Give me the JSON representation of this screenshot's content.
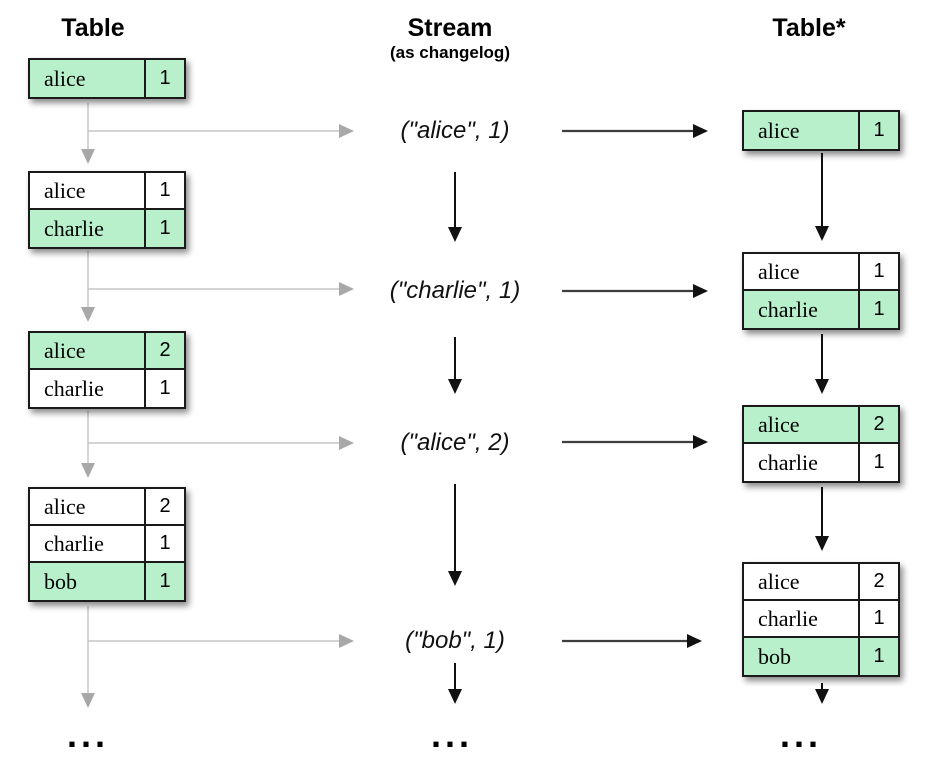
{
  "columns": {
    "left": {
      "title": "Table"
    },
    "middle": {
      "title": "Stream",
      "subtitle": "(as changelog)"
    },
    "right": {
      "title": "Table*"
    }
  },
  "left_tables": [
    {
      "rows": [
        {
          "key": "alice",
          "value": "1",
          "highlight": true
        }
      ]
    },
    {
      "rows": [
        {
          "key": "alice",
          "value": "1",
          "highlight": false
        },
        {
          "key": "charlie",
          "value": "1",
          "highlight": true
        }
      ]
    },
    {
      "rows": [
        {
          "key": "alice",
          "value": "2",
          "highlight": true
        },
        {
          "key": "charlie",
          "value": "1",
          "highlight": false
        }
      ]
    },
    {
      "rows": [
        {
          "key": "alice",
          "value": "2",
          "highlight": false
        },
        {
          "key": "charlie",
          "value": "1",
          "highlight": false
        },
        {
          "key": "bob",
          "value": "1",
          "highlight": true
        }
      ]
    }
  ],
  "stream_events": [
    {
      "label": "(\"alice\", 1)"
    },
    {
      "label": "(\"charlie\", 1)"
    },
    {
      "label": "(\"alice\", 2)"
    },
    {
      "label": "(\"bob\", 1)"
    }
  ],
  "right_tables": [
    {
      "rows": [
        {
          "key": "alice",
          "value": "1",
          "highlight": true
        }
      ]
    },
    {
      "rows": [
        {
          "key": "alice",
          "value": "1",
          "highlight": false
        },
        {
          "key": "charlie",
          "value": "1",
          "highlight": true
        }
      ]
    },
    {
      "rows": [
        {
          "key": "alice",
          "value": "2",
          "highlight": true
        },
        {
          "key": "charlie",
          "value": "1",
          "highlight": false
        }
      ]
    },
    {
      "rows": [
        {
          "key": "alice",
          "value": "2",
          "highlight": false
        },
        {
          "key": "charlie",
          "value": "1",
          "highlight": false
        },
        {
          "key": "bob",
          "value": "1",
          "highlight": true
        }
      ]
    }
  ],
  "ellipsis": "...",
  "colors": {
    "highlight_green": "#B7F0CB",
    "table_border": "#1A1A1A",
    "gray_line": "#C6C6C6",
    "gray_head": "#A8A8A8",
    "black_line": "#111111",
    "dark_line": "#3D3D3D"
  }
}
